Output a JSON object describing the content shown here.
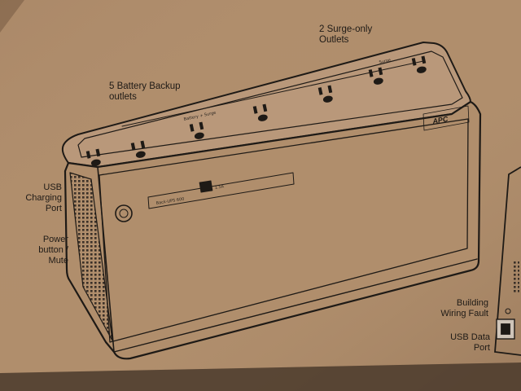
{
  "callouts": {
    "surge_only": "2 Surge-only\nOutlets",
    "battery_backup": "5 Battery Backup\noutlets",
    "usb_charging": "USB\nCharging\nPort",
    "power_button": "Power\nbutton /\nMute",
    "building_wiring": "Building\nWiring Fault",
    "usb_data": "USB Data\nPort"
  },
  "device": {
    "brand": "APC",
    "model": "Back-UPS 600",
    "usb_rating": "1.5A",
    "strip_label_backup": "Battery + Surge",
    "strip_label_surge": "Surge"
  },
  "colors": {
    "cardboard": "#b08e6c",
    "ink": "#1e1a16"
  }
}
